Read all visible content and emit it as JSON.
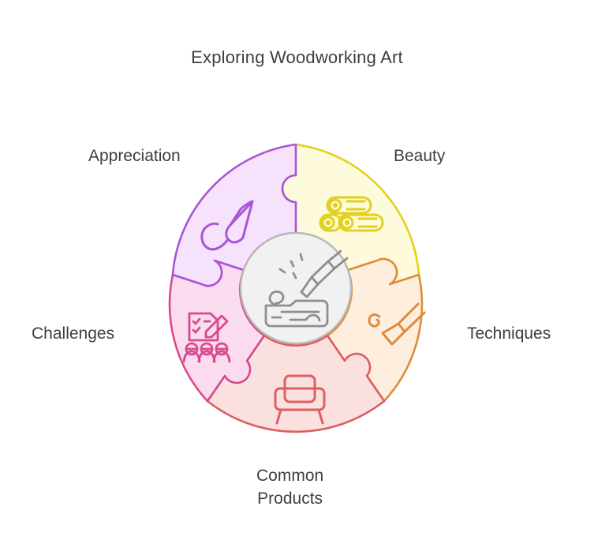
{
  "header": {
    "title": "Exploring Woodworking Art"
  },
  "diagram": {
    "type": "puzzle-circle",
    "center": {
      "icon": "wood-carving-chisel-icon",
      "stroke": "#8e8e8e",
      "fill": "#f1f1f1"
    },
    "segments": [
      {
        "id": "beauty",
        "label": "Beauty",
        "icon": "stacked-logs-icon",
        "stroke": "#e3d01c",
        "fill": "#fdfbdb",
        "start_angle": -90,
        "end_angle": -18
      },
      {
        "id": "techniques",
        "label": "Techniques",
        "icon": "brush-wood-shaving-icon",
        "stroke": "#dd8c3c",
        "fill": "#fdeedd",
        "start_angle": -18,
        "end_angle": 54
      },
      {
        "id": "common-products",
        "label": "Common\nProducts",
        "icon": "armchair-icon",
        "stroke": "#dd5f5f",
        "fill": "#fbe0e0",
        "start_angle": 54,
        "end_angle": 126
      },
      {
        "id": "challenges",
        "label": "Challenges",
        "icon": "checklist-people-icon",
        "stroke": "#d64a90",
        "fill": "#fbdcee",
        "start_angle": 126,
        "end_angle": 198
      },
      {
        "id": "appreciation",
        "label": "Appreciation",
        "icon": "paintbrush-stroke-icon",
        "stroke": "#a855d8",
        "fill": "#f6e2fb",
        "start_angle": 198,
        "end_angle": 270
      }
    ]
  },
  "colors": {
    "background": "#ffffff",
    "text": "#3c4043"
  }
}
